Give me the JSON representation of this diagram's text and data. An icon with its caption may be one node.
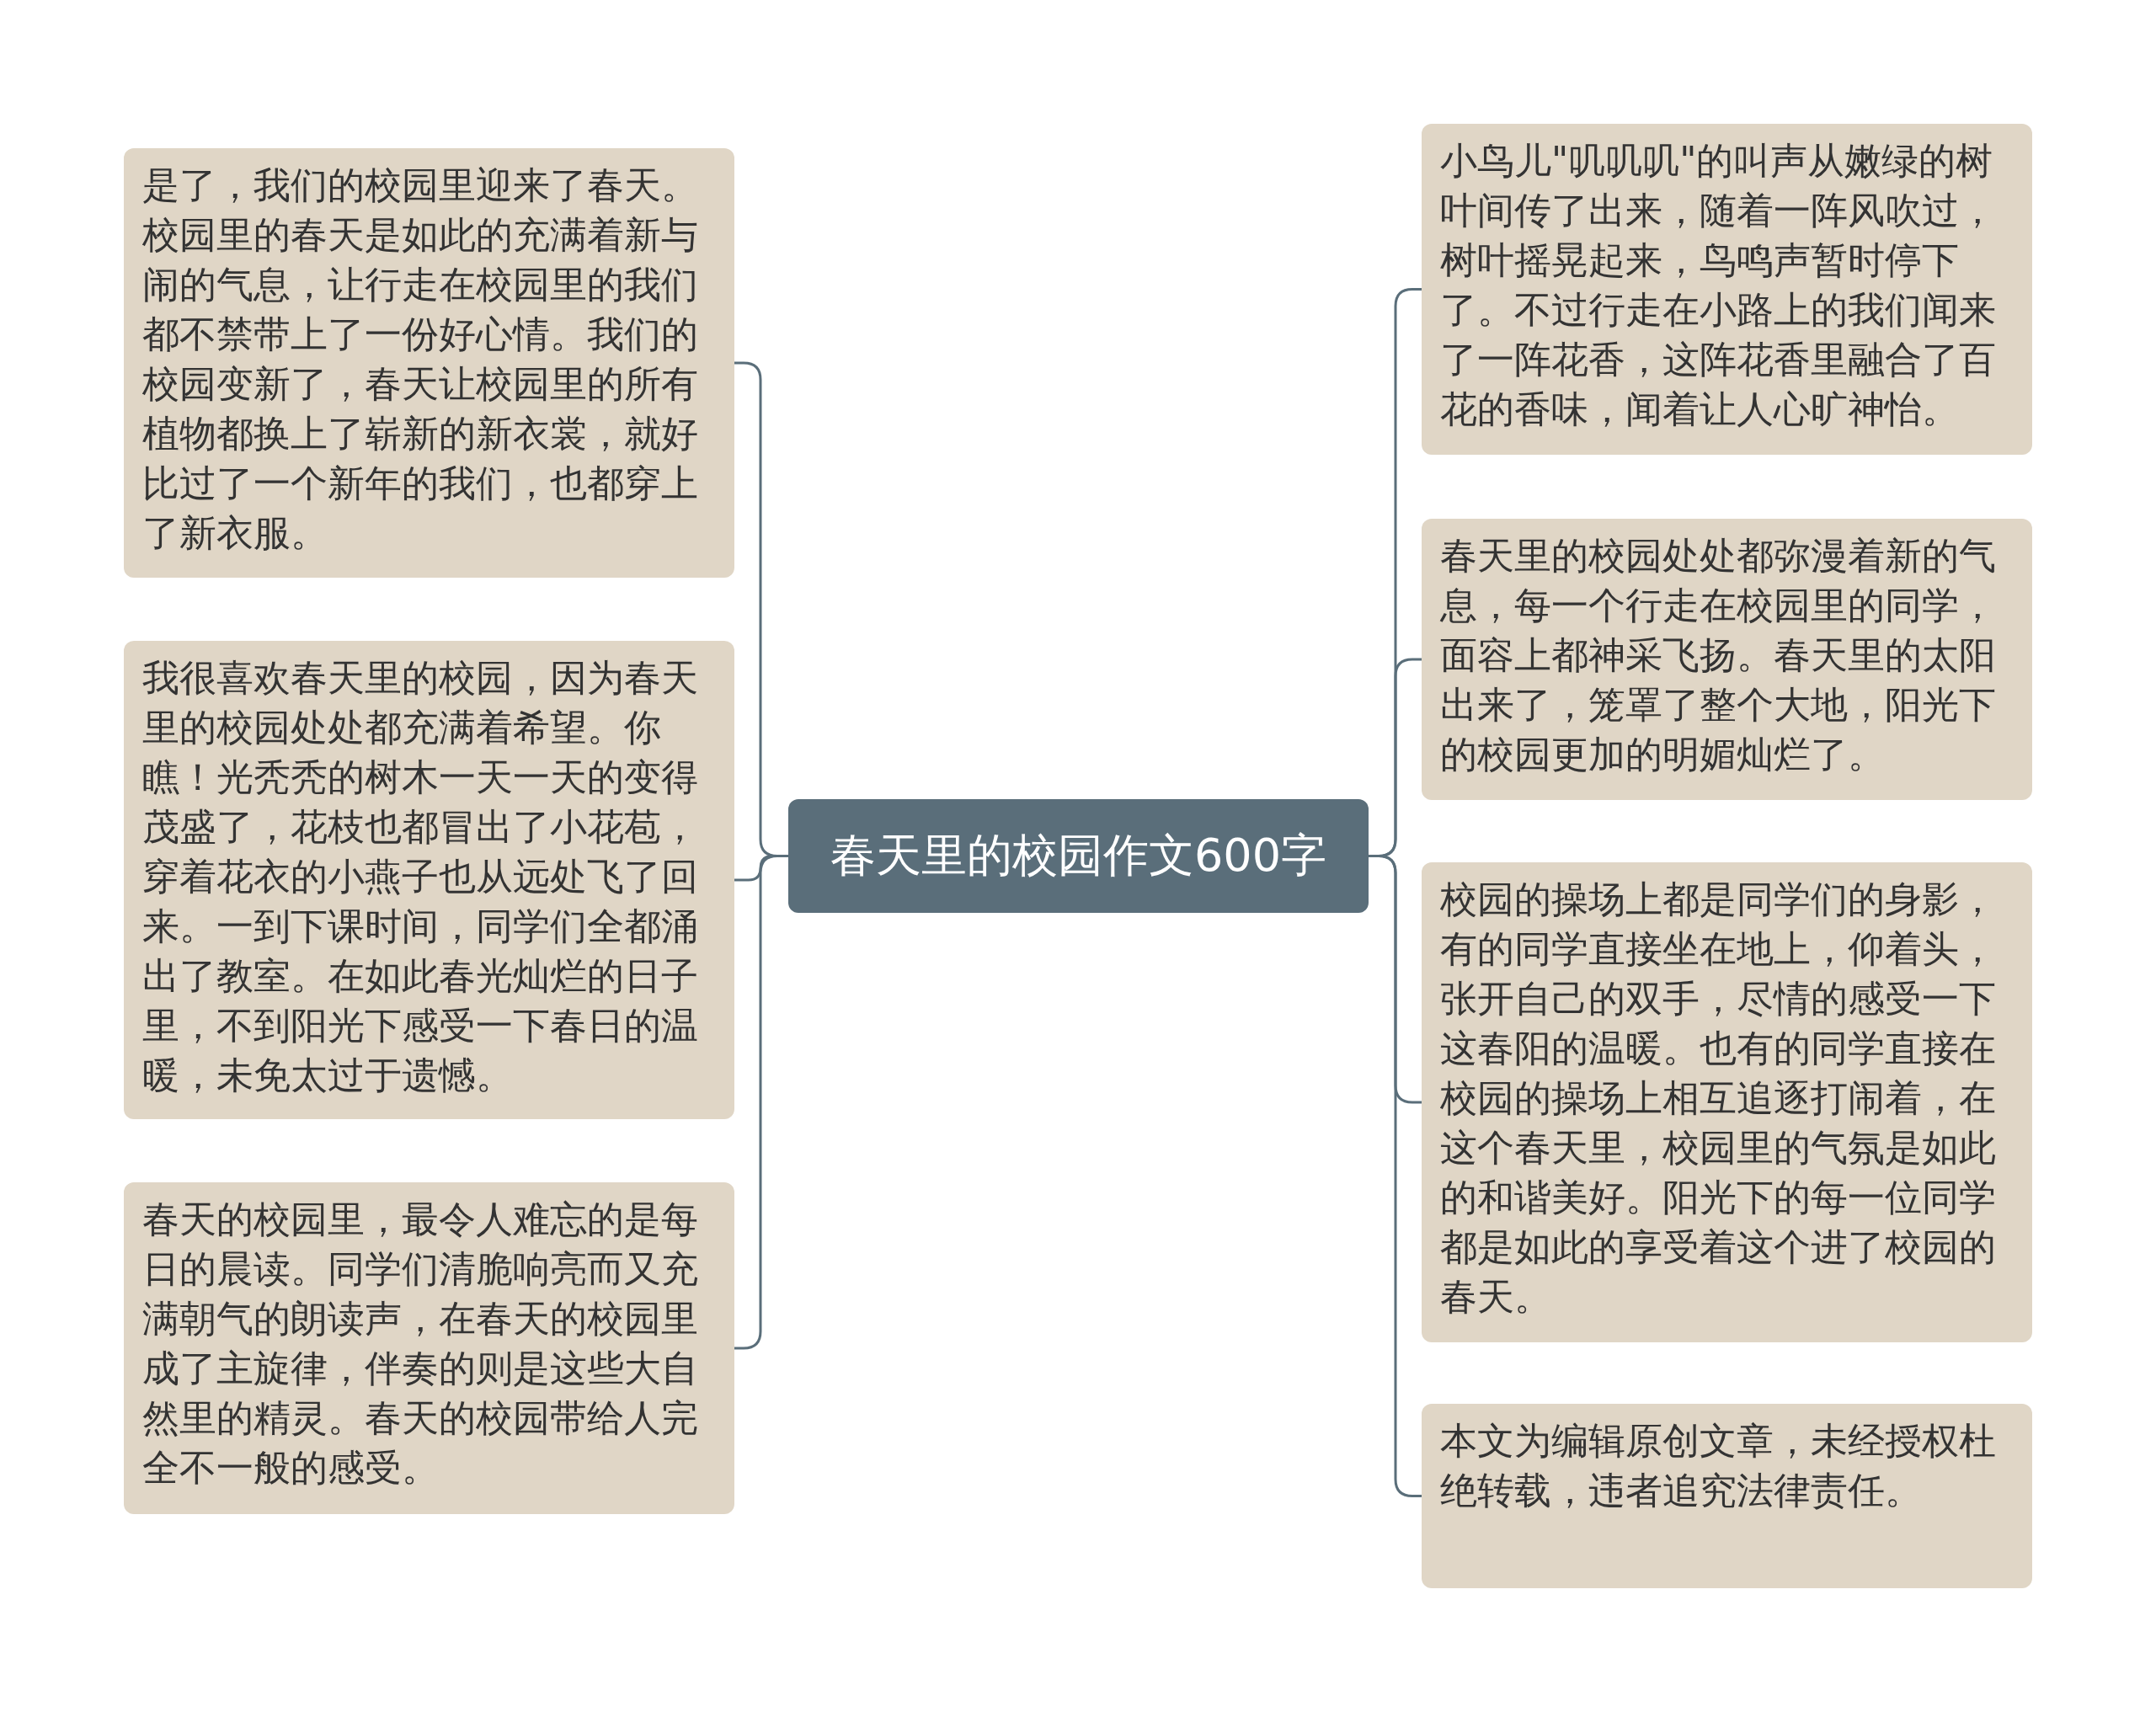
{
  "diagram": {
    "nodes": [
      {
        "text": [
          "春天里的校园作文600字"
        ]
      },
      {
        "text": [
          "是了，我们的校园里迎来了春天。校园里的春天是如此的充满着新与闹的气息，让行走在校园里的我们都不禁带上了一份好心情。我们的校园变新了，春天让校园里的所有植物都换上了崭新的新衣裳，就好比过了一个新年的我们，也都穿上了新衣服。"
        ]
      },
      {
        "text": [
          "我很喜欢春天里的校园，因为春天里的校园处处都充满着希望。你瞧！光秃秃的树木一天一天的变得茂盛了，花枝也都冒出了小花苞，穿着花衣的小燕子也从远处飞了回来。一到下课时间，同学们全都涌出了教室。在如此春光灿烂的日子里，不到阳光下感受一下春日的温暖，未免太过于遗憾。"
        ]
      },
      {
        "text": [
          "春天的校园里，最令人难忘的是每日的晨读。同学们清脆响亮而又充满朝气的朗读声，在春天的校园里成了主旋律，伴奏的则是这些大自然里的精灵。春天的校园带给人完全不一般的感受。"
        ]
      },
      {
        "text": [
          "小鸟儿\"叽叽叽\"的叫声从嫩绿的树叶间传了出来，随着一阵风吹过，树叶摇晃起来，鸟鸣声暂时停下了。不过行走在小路上的我们闻来了一阵花香，这阵花香里融合了百花的香味，闻着让人心旷神怡。"
        ]
      },
      {
        "text": [
          "春天里的校园处处都弥漫着新的气息，每一个行走在校园里的同学，面容上都神采飞扬。春天里的太阳出来了，笼罩了整个大地，阳光下的校园更加的明媚灿烂了。"
        ]
      },
      {
        "text": [
          "校园的操场上都是同学们的身影，有的同学直接坐在地上，仰着头，张开自己的双手，尽情的感受一下这春阳的温暖。也有的同学直接在校园的操场上相互追逐打闹着，在这个春天里，校园里的气氛是如此的和谐美好。阳光下的每一位同学都是如此的享受着这个进了校园的春天。"
        ]
      },
      {
        "text": [
          "本文为编辑原创文章，未经授权杜绝转载，违者追究法律责任。"
        ]
      }
    ],
    "edges": [
      {
        "from": 0,
        "to": 1,
        "arrow": "none"
      },
      {
        "from": 0,
        "to": 2,
        "arrow": "none"
      },
      {
        "from": 0,
        "to": 3,
        "arrow": "none"
      },
      {
        "from": 0,
        "to": 4,
        "arrow": "none"
      },
      {
        "from": 0,
        "to": 5,
        "arrow": "none"
      },
      {
        "from": 0,
        "to": 6,
        "arrow": "none"
      },
      {
        "from": 0,
        "to": 7,
        "arrow": "none"
      }
    ]
  }
}
